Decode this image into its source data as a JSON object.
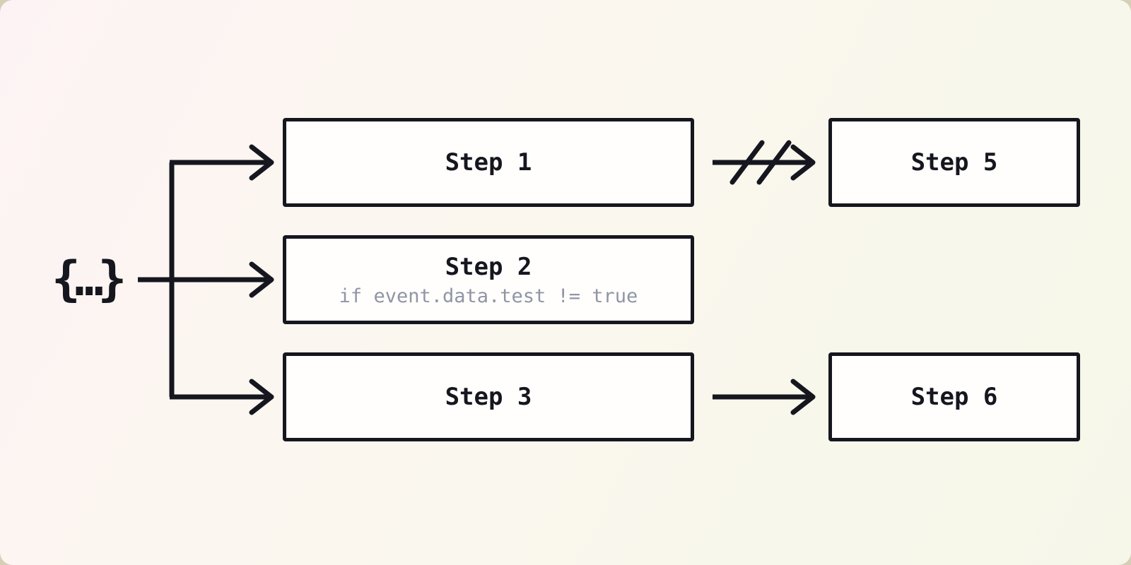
{
  "diagram": {
    "trigger": {
      "symbol": "{…}",
      "meaning": "event payload"
    },
    "steps": [
      {
        "id": "step1",
        "label": "Step 1"
      },
      {
        "id": "step2",
        "label": "Step 2",
        "condition": "if event.data.test != true"
      },
      {
        "id": "step3",
        "label": "Step 3"
      },
      {
        "id": "step5",
        "label": "Step 5"
      },
      {
        "id": "step6",
        "label": "Step 6"
      }
    ],
    "edges": [
      {
        "from": "trigger",
        "to": "step1",
        "type": "arrow"
      },
      {
        "from": "trigger",
        "to": "step2",
        "type": "arrow"
      },
      {
        "from": "trigger",
        "to": "step3",
        "type": "arrow"
      },
      {
        "from": "step1",
        "to": "step5",
        "type": "broken-arrow"
      },
      {
        "from": "step3",
        "to": "step6",
        "type": "arrow"
      }
    ],
    "colors": {
      "ink": "#16161f",
      "muted_text": "#9095a5",
      "node_fill": "#fffefc",
      "bg_gradient_start": "#fdf3f4",
      "bg_gradient_end": "#f6f7e9",
      "outer_background": "#d6cfb6"
    }
  }
}
